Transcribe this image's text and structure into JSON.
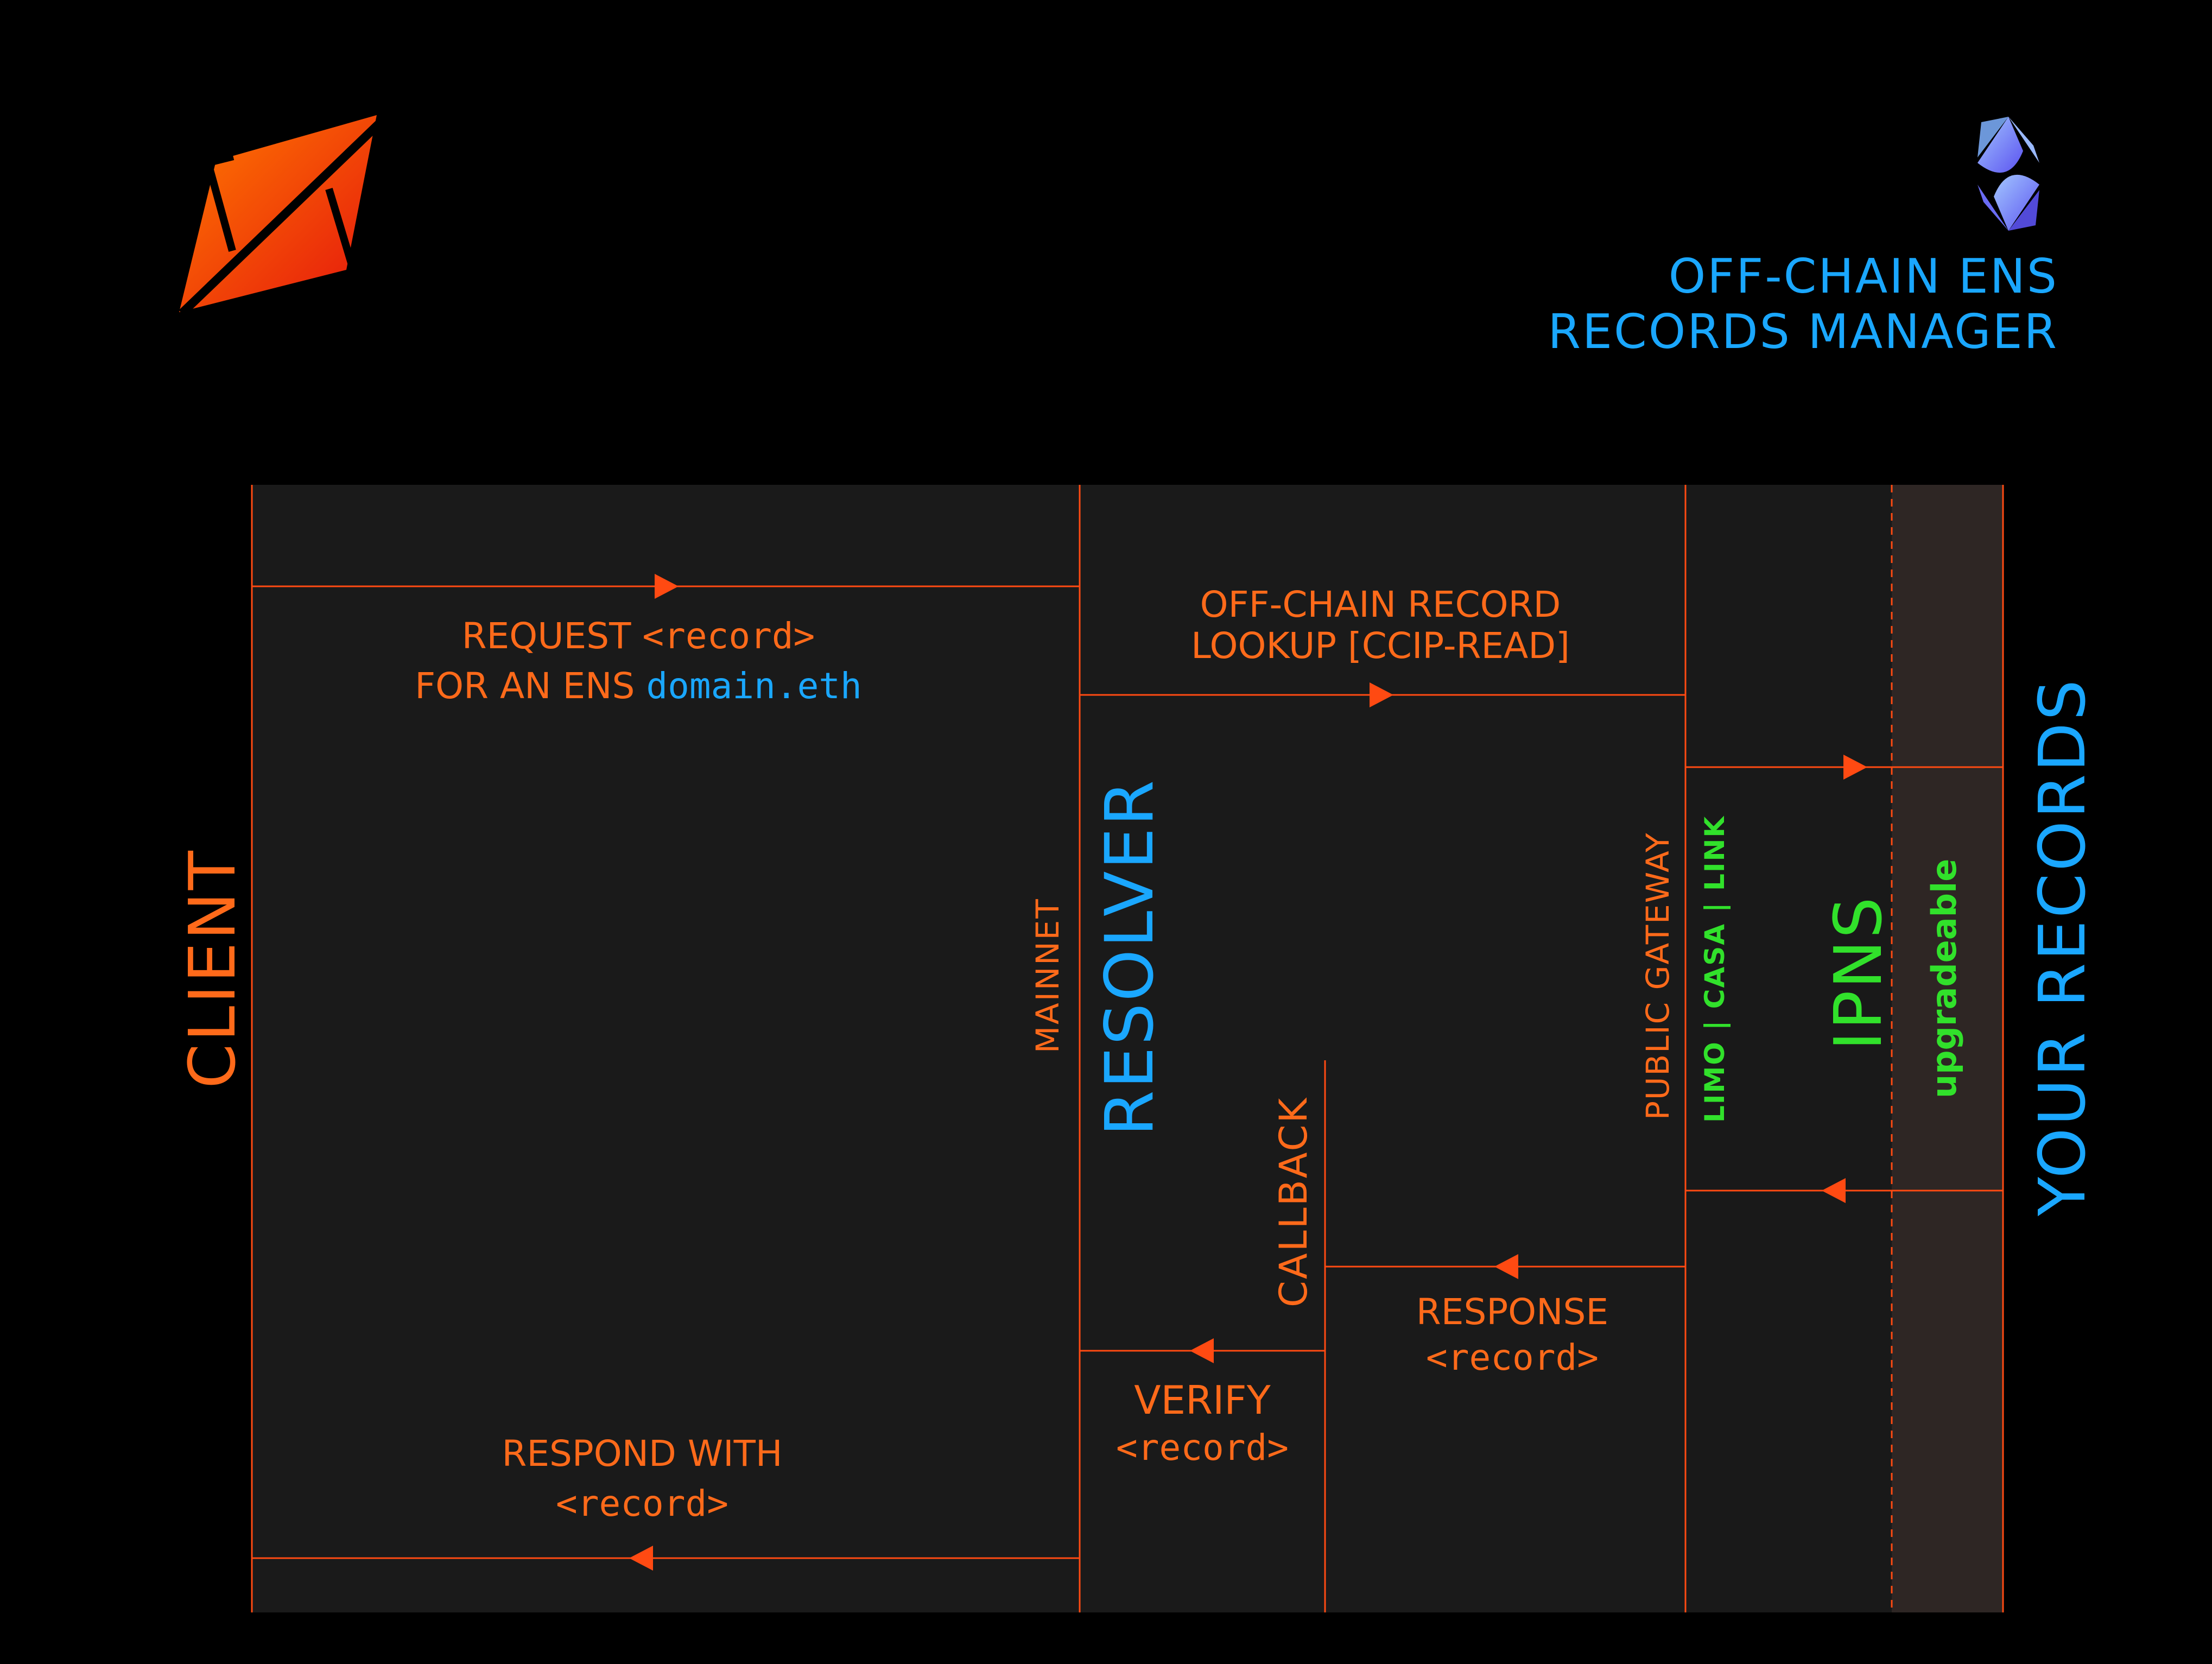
{
  "colors": {
    "background": "#000000",
    "panel": "#1a1a1a",
    "panel_dark": "#151515",
    "records_strip": "#2e2624",
    "line_orange": "#ff4a12",
    "text_orange": "#ff6a1a",
    "text_blue": "#1aa7ff",
    "text_green": "#31e12b",
    "logo_gradient": [
      "#ff7a00",
      "#e5150d"
    ],
    "ens_gradient": [
      "#7fb2ff",
      "#5b52f0"
    ]
  },
  "header": {
    "logo": "logo-diamond-icon",
    "ens_logo": "ens-logo-icon",
    "title_line1": "OFF-CHAIN ENS",
    "title_line2": "RECORDS MANAGER"
  },
  "columns": {
    "client": "CLIENT",
    "mainnet": "MAINNET",
    "resolver": "RESOLVER",
    "callback": "CALLBACK",
    "public_gateway": "PUBLIC GATEWAY",
    "gateway_providers": "LIMO | CASA | LINK",
    "ipns": "IPNS",
    "upgradeable": "upgradeable",
    "your_records": "YOUR RECORDS"
  },
  "messages": {
    "request_line1": "REQUEST",
    "request_record": "<record>",
    "request_line2": "FOR AN ENS",
    "request_domain": "domain.eth",
    "lookup_line1": "OFF-CHAIN RECORD",
    "lookup_line2": "LOOKUP [CCIP-READ]",
    "response_line1": "RESPONSE",
    "response_record": "<record>",
    "verify_line1": "VERIFY",
    "verify_record": "<record>",
    "respond_line1": "RESPOND WITH",
    "respond_record": "<record>"
  }
}
